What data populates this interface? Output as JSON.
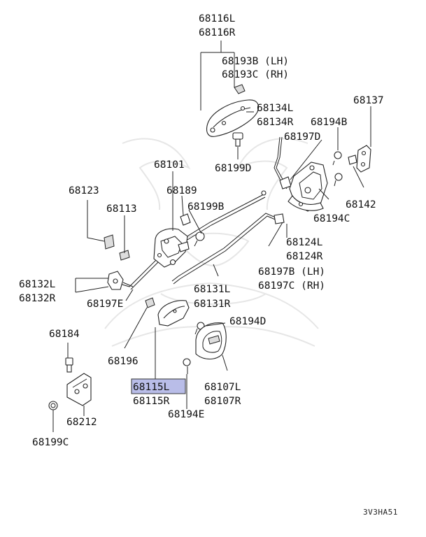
{
  "parts": {
    "p68116": "68116L",
    "p68116r": "68116R",
    "p68193b": "68193B (LH)",
    "p68193c": "68193C (RH)",
    "p68134l": "68134L",
    "p68134r": "68134R",
    "p68137": "68137",
    "p68194b": "68194B",
    "p68197d": "68197D",
    "p68199d": "68199D",
    "p68101": "68101",
    "p68189": "68189",
    "p68123": "68123",
    "p68113": "68113",
    "p68199b": "68199B",
    "p68142": "68142",
    "p68194c": "68194C",
    "p68124l": "68124L",
    "p68124r": "68124R",
    "p68197b": "68197B (LH)",
    "p68197c": "68197C (RH)",
    "p68132l": "68132L",
    "p68132r": "68132R",
    "p68197e": "68197E",
    "p68131l": "68131L",
    "p68131r": "68131R",
    "p68194d": "68194D",
    "p68184": "68184",
    "p68196": "68196",
    "p68115l": "68115L",
    "p68115r": "68115R",
    "p68107l": "68107L",
    "p68107r": "68107R",
    "p68194e": "68194E",
    "p68212": "68212",
    "p68199c": "68199C"
  },
  "diagram_code": "3V3HA51"
}
